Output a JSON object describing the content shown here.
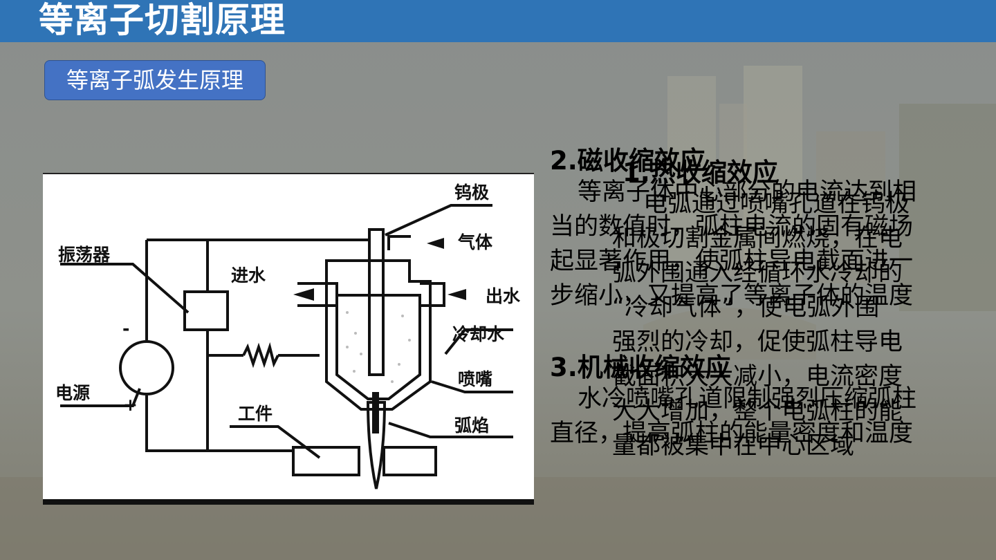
{
  "slide": {
    "title": "等离子切割原理",
    "subtitle_button": "等离子弧发生原理"
  },
  "diagram_labels": {
    "tungsten": "钨极",
    "gas": "气体",
    "oscillator": "振荡器",
    "water_in": "进水",
    "water_out": "出水",
    "cooling_water": "冷却水",
    "nozzle": "喷嘴",
    "power": "电源",
    "workpiece": "工件",
    "arc_flame": "弧焰",
    "minus": "-",
    "plus": "+"
  },
  "magnetic": {
    "heading": "2.磁收缩效应",
    "lines": [
      "等离子体中心部分的电流达到相",
      "当的数值时，弧柱电流的固有磁场",
      "起显著作用，使弧柱导电截面进一",
      "步缩小，又提高了等离子体的温度"
    ]
  },
  "thermal": {
    "heading": "1.热收缩效应",
    "lines": [
      "电弧通过喷嘴孔道在钨极",
      "和极切割金属间燃烧，在电",
      "弧外围通入经循环水冷却的",
      "“冷却气体”，使电弧外围",
      "强烈的冷却，促使弧柱导电",
      "截面积大大减小，电流密度",
      "大大增加，整个电弧柱的能",
      "量都被集中在中心区域"
    ]
  },
  "mechanical": {
    "heading": "3.机械收缩效应",
    "lines": [
      "水冷喷嘴孔道限制强烈压缩弧柱",
      "直径，提高弧柱的能量密度和温度"
    ]
  },
  "colors": {
    "title_bar": "#2f74b6",
    "button": "#4472c4",
    "background": "#8c8f8b"
  }
}
